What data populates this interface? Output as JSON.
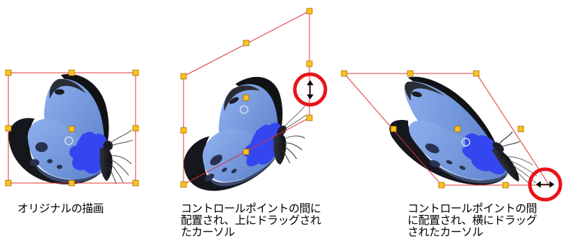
{
  "panels": [
    {
      "caption_lines": [
        "オリジナルの描画"
      ],
      "transform": "original",
      "cursor_icon": null
    },
    {
      "caption_lines": [
        "コントロールポイントの間に",
        "配置され、上にドラッグされ",
        "たカーソル"
      ],
      "transform": "skew-vertical",
      "cursor_icon": "vertical-resize-cursor-icon"
    },
    {
      "caption_lines": [
        "コントロールポイントの間",
        "に配置され、横にドラッグ",
        "されたカーソル"
      ],
      "transform": "skew-horizontal",
      "cursor_icon": "horizontal-resize-cursor-icon"
    }
  ],
  "colors": {
    "bounding_box": "#e03030",
    "control_point": "#ffc21a",
    "control_point_border": "#a06800",
    "highlight_circle": "#e8141a",
    "wing_light": "#7a9fe0",
    "wing_dark": "#1a1c22",
    "wing_blue": "#3a4ef0"
  }
}
